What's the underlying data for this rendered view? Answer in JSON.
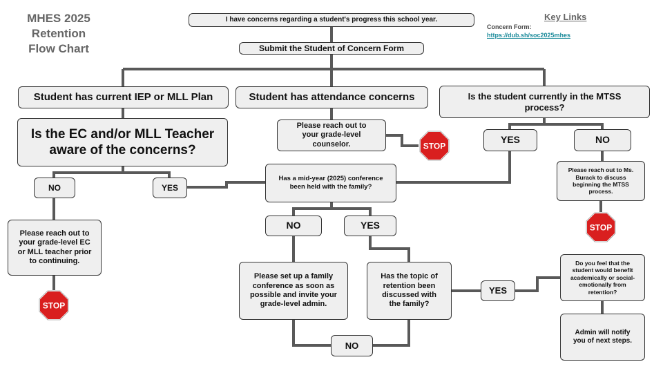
{
  "title_lines": [
    "MHES 2025",
    "Retention",
    "Flow Chart"
  ],
  "key_links": {
    "title": "Key Links",
    "concern_form_label": "Concern Form:",
    "concern_form_url": "https://dub.sh/soc2025mhes"
  },
  "nodes": {
    "top_concern": "I have concerns regarding a student's progress this school year.",
    "submit_form": "Submit the Student of Concern Form",
    "iep_mll": "Student has current IEP or MLL Plan",
    "attendance": "Student has attendance concerns",
    "mtss_question": "Is the student currently in the MTSS process?",
    "ec_aware": "Is the EC and/or MLL Teacher aware of the concerns?",
    "counselor": "Please reach out to your grade-level counselor.",
    "ec_no": "NO",
    "ec_yes": "YES",
    "ec_reach": "Please reach out to your grade-level EC or MLL teacher prior to continuing.",
    "midyear": "Has a mid-year (2025) conference been held with the family?",
    "mtss_yes": "YES",
    "mtss_no": "NO",
    "burack": "Please reach out to Ms. Burack to discuss beginning the MTSS process.",
    "conf_no": "NO",
    "conf_yes": "YES",
    "setup_conf": "Please set up a family conference as soon as possible and invite your grade-level admin.",
    "retention_discussed": "Has the topic of retention been discussed with the family?",
    "disc_yes": "YES",
    "disc_no": "NO",
    "benefit": "Do you feel that the student would benefit academically or social-emotionally from retention?",
    "admin_notify": "Admin will notify you of next steps."
  },
  "stop_text": "STOP",
  "colors": {
    "box_fill": "#efefef",
    "box_border": "#333333",
    "connector": "#595959",
    "stop_red": "#d91f1f",
    "title_gray": "#666666",
    "link_teal": "#1a8a9a"
  }
}
